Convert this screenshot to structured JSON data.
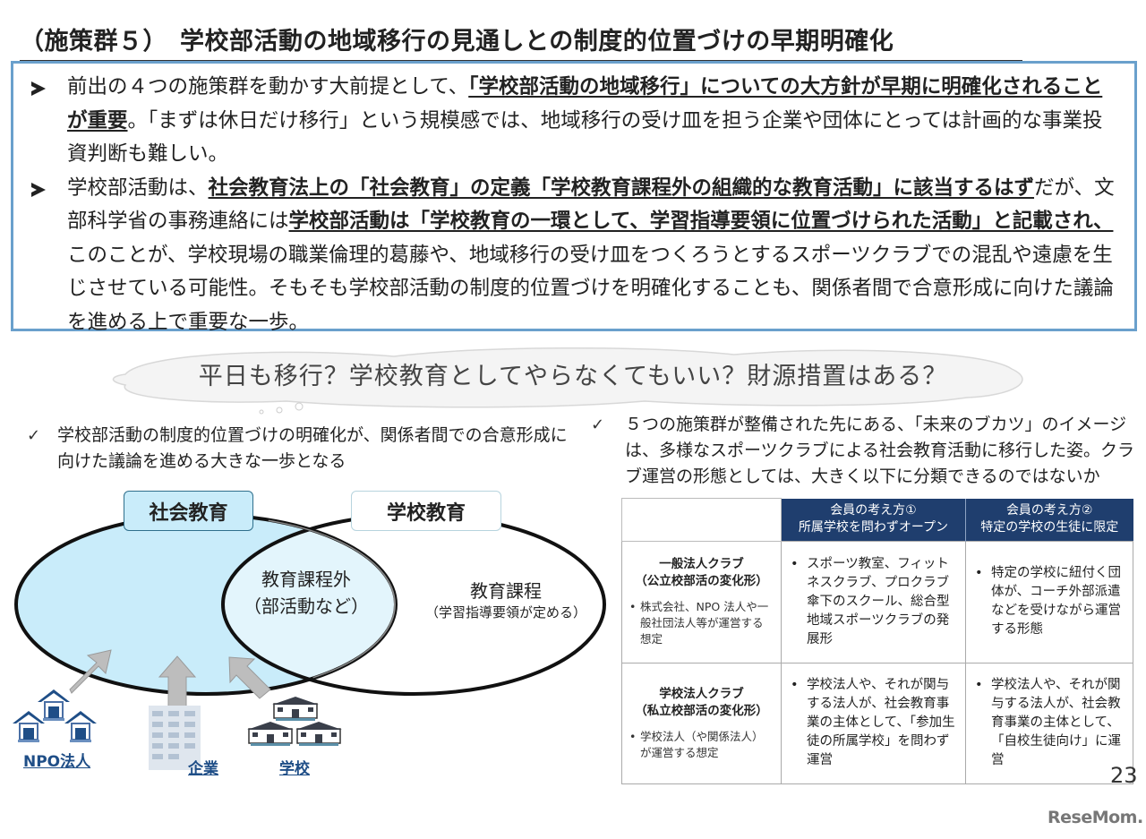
{
  "title": "（施策群５）　学校部活動の地域移行の見通しとの制度的位置づけの早期明確化",
  "summary": {
    "bullet1": {
      "t1": "前出の４つの施策群を動かす大前提として、",
      "e1": "「学校部活動の地域移行」についての大方針が早期に明確化されることが重要",
      "t2": "。「まずは休日だけ移行」という規模感では、地域移行の受け皿を担う企業や団体にとっては計画的な事業投資判断も難しい。"
    },
    "bullet2": {
      "t1": "学校部活動は、",
      "e1": "社会教育法上の「社会教育」の定義「学校教育課程外の組織的な教育活動」に該当するはず",
      "t2": "だが、文部科学省の事務連絡には",
      "e2": "学校部活動は「学校教育の一環として、学習指導要領に位置づけられた活動」と記載され、",
      "t3": "このことが、学校現場の職業倫理的葛藤や、地域移行の受け皿をつくろうとするスポーツクラブでの混乱や遠慮を生じさせている可能性。そもそも学校部活動の制度的位置づけを明確化することも、関係者間で合意形成に向けた議論を進める上で重要な一歩。"
    }
  },
  "cloud": {
    "text": "平日も移行？学校教育としてやらなくてもいい？財源措置はある？"
  },
  "left_check": {
    "mark": "✓",
    "text": "学校部活動の制度的位置づけの明確化が、関係者間での合意形成に向けた議論を進める大きな一歩となる"
  },
  "right_check": {
    "mark": "✓",
    "text": "５つの施策群が整備された先にある、「未来のブカツ」のイメージは、多様なスポーツクラブによる社会教育活動に移行した姿。クラブ運営の形態としては、大きく以下に分類できるのではないか"
  },
  "venn": {
    "social_label": "社会教育",
    "school_label": "学校教育",
    "overlap_line1": "教育課程外",
    "overlap_line2": "（部活動など）",
    "curriculum_main": "教育課程",
    "curriculum_sub": "（学習指導要領が定める）",
    "colors": {
      "social_fill": "#c9ecfa",
      "overlap_fill": "#e3f5fc",
      "arrow": "#bdbdbd",
      "entity": "#1f4e87"
    },
    "entities": [
      {
        "label": "NPO法人",
        "icon": "houses-icon"
      },
      {
        "label": "企業",
        "icon": "office-building-icon"
      },
      {
        "label": "学校",
        "icon": "schools-icon"
      }
    ]
  },
  "table": {
    "header_color": "#1f3e6e",
    "columns": [
      {
        "line1": "会員の考え方①",
        "line2": "所属学校を問わずオープン"
      },
      {
        "line1": "会員の考え方②",
        "line2": "特定の学校の生徒に限定"
      }
    ],
    "rows": [
      {
        "name1": "一般法人クラブ",
        "name2": "（公立校部活の変化形）",
        "note": "株式会社、NPO 法人や一般社団法人等が運営する想定",
        "cells": [
          "スポーツ教室、フィットネスクラブ、プロクラブ傘下のスクール、総合型地域スポーツクラブの発展形",
          "特定の学校に紐付く団体が、コーチ外部派遣などを受けながら運営する形態"
        ]
      },
      {
        "name1": "学校法人クラブ",
        "name2": "（私立校部活の変化形）",
        "note": "学校法人（や関係法人）が運営する想定",
        "cells": [
          "学校法人や、それが関与する法人が、社会教育事業の主体として、「参加生徒の所属学校」を問わず運営",
          "学校法人や、それが関与する法人が、社会教育事業の主体として、「自校生徒向け」に運営"
        ]
      }
    ]
  },
  "page_number": "23",
  "watermark": "ReseMom."
}
